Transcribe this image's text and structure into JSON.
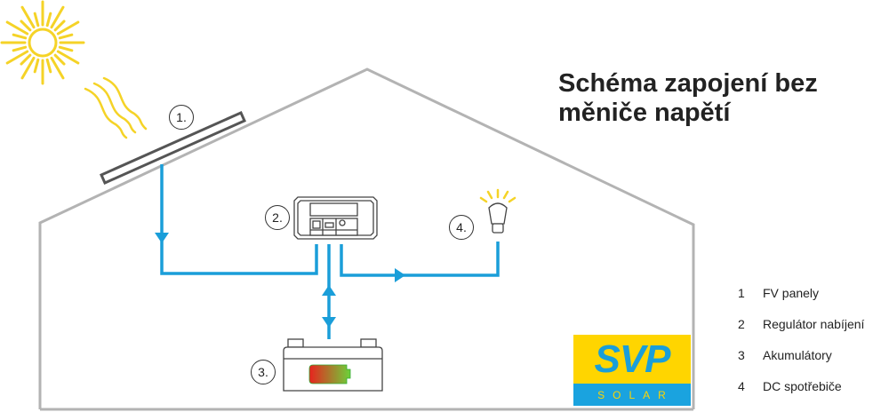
{
  "title": {
    "line1": "Schéma zapojení bez",
    "line2": "měniče napětí"
  },
  "callouts": [
    "1.",
    "2.",
    "3.",
    "4."
  ],
  "legend": [
    {
      "num": "1",
      "label": "FV panely"
    },
    {
      "num": "2",
      "label": "Regulátor nabíjení"
    },
    {
      "num": "3",
      "label": "Akumulátory"
    },
    {
      "num": "4",
      "label": "DC spotřebiče"
    }
  ],
  "logo": {
    "word": "SVP",
    "sub": "SOLAR"
  },
  "colors": {
    "wire": "#1a9ed9",
    "house": "#b3b3b3",
    "sun": "#f5d327",
    "logo_yellow": "#ffd500",
    "logo_blue": "#1aa3df"
  }
}
